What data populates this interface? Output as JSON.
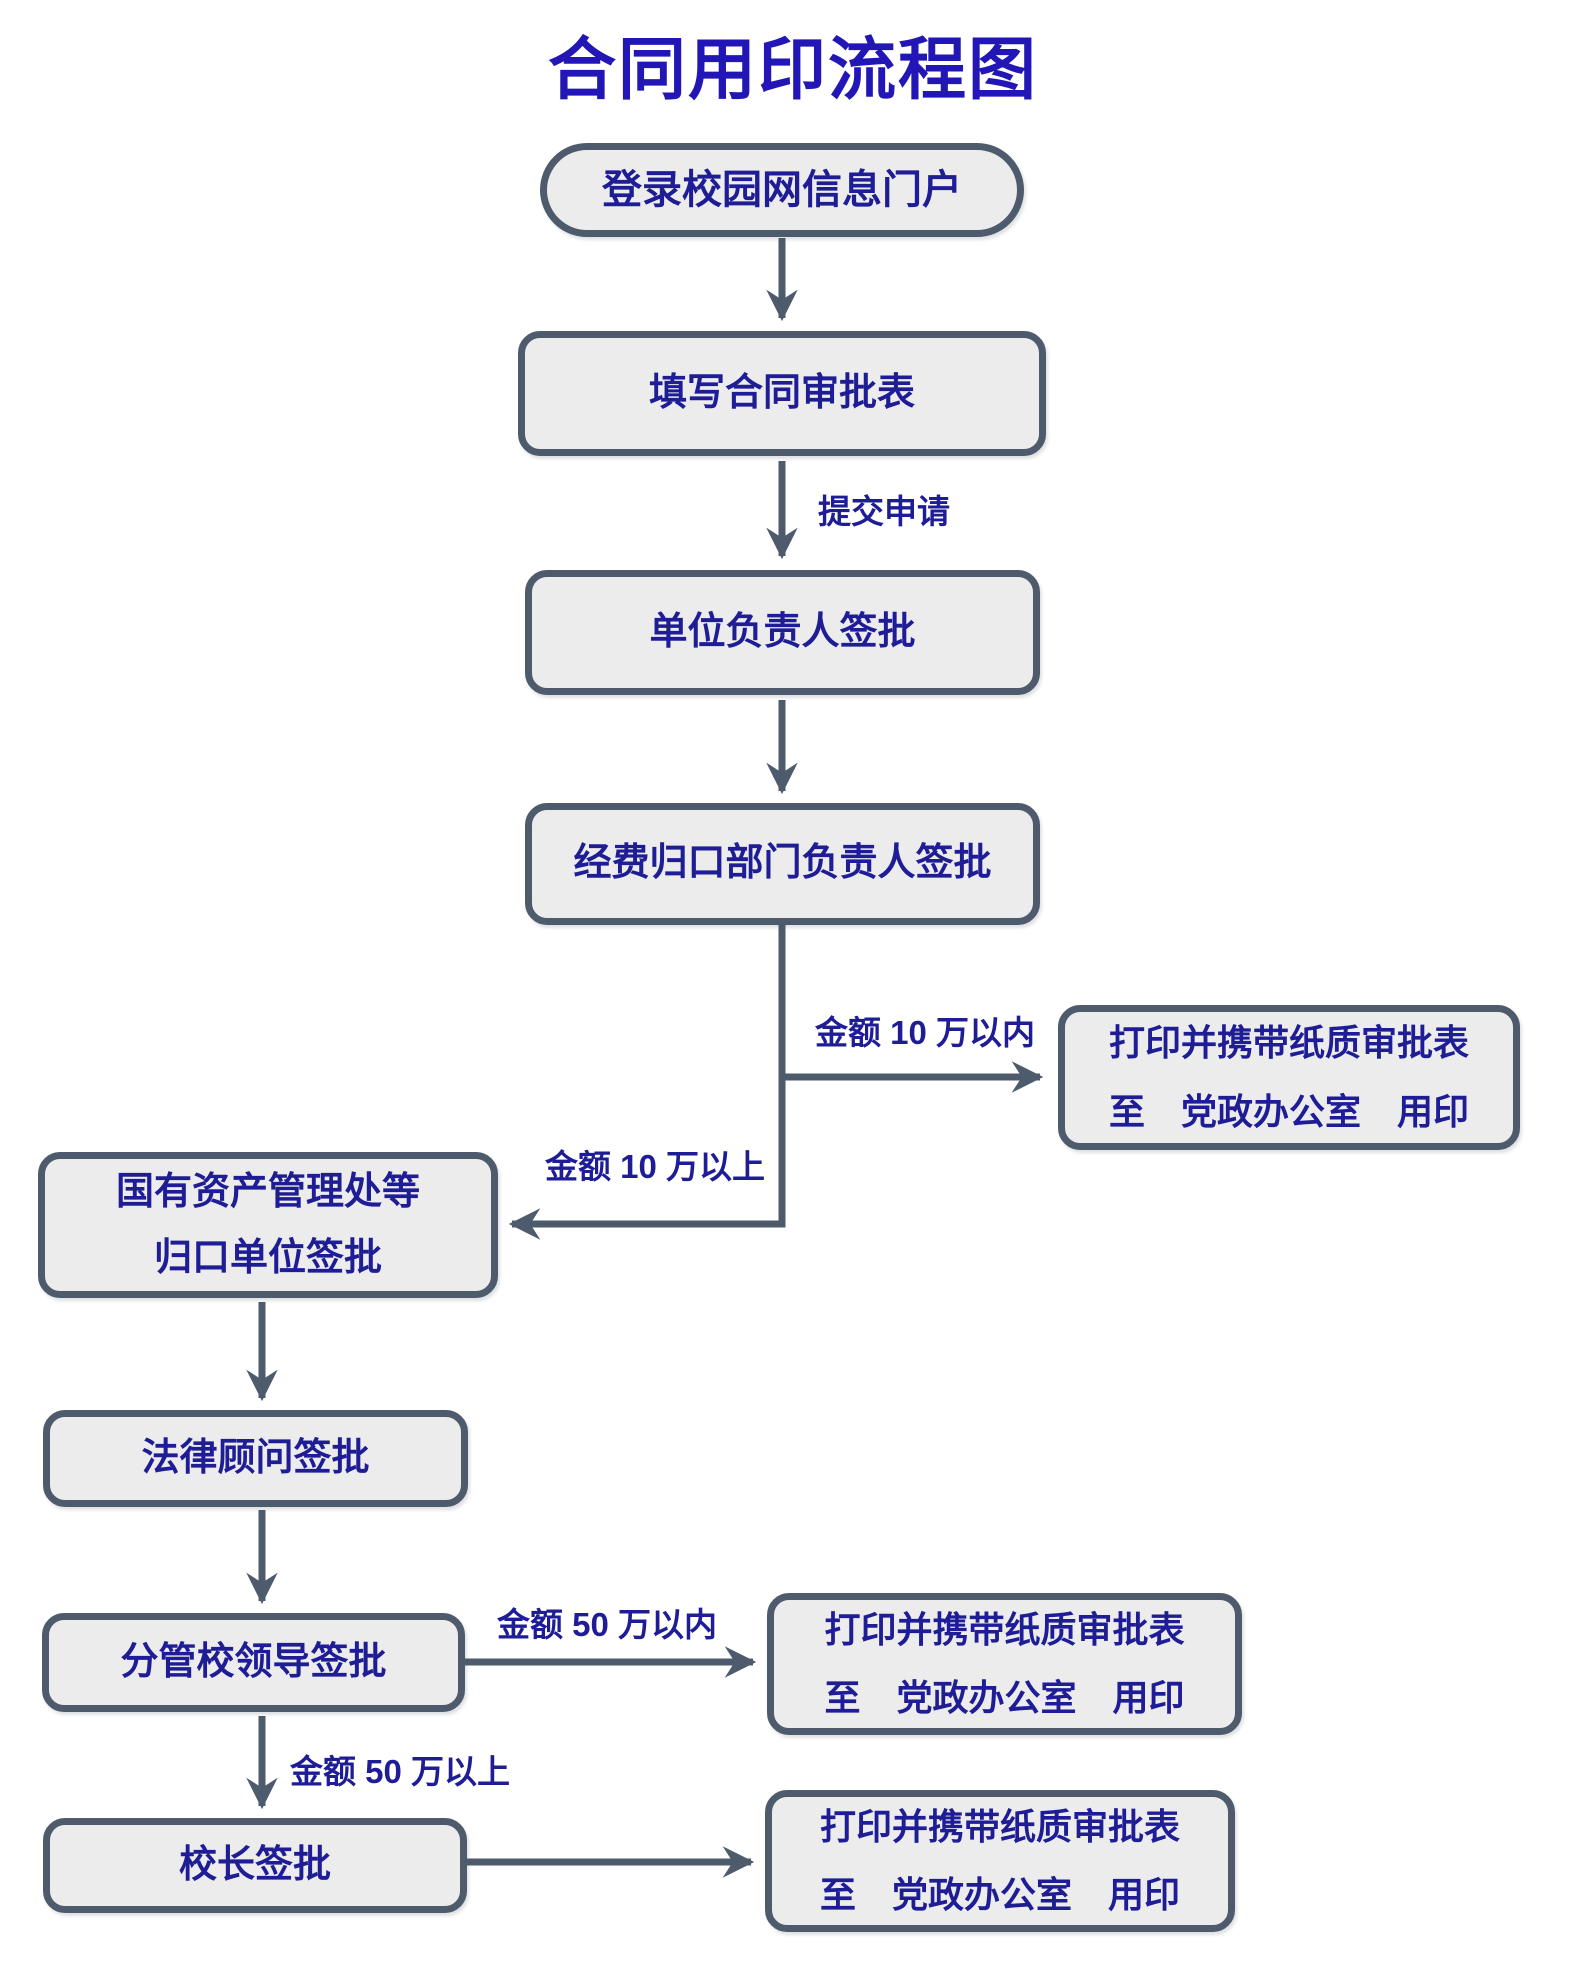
{
  "title": "合同用印流程图",
  "colors": {
    "title": "#2316b6",
    "ink": "#1e1d96",
    "border": "#4d5b6c",
    "fill": "#ececec"
  },
  "nodes": {
    "start": {
      "label": "登录校园网信息门户"
    },
    "fill_form": {
      "label": "填写合同审批表"
    },
    "unit_head": {
      "label": "单位负责人签批"
    },
    "fund_dept": {
      "label": "经费归口部门负责人签批"
    },
    "print_top": {
      "line1": "打印并携带纸质审批表",
      "line2": "至　党政办公室　用印"
    },
    "asset_dept": {
      "line1": "国有资产管理处等",
      "line2": "归口单位签批"
    },
    "legal": {
      "label": "法律顾问签批"
    },
    "vice_president": {
      "label": "分管校领导签批"
    },
    "print_mid": {
      "line1": "打印并携带纸质审批表",
      "line2": "至　党政办公室　用印"
    },
    "president": {
      "label": "校长签批"
    },
    "print_bottom": {
      "line1": "打印并携带纸质审批表",
      "line2": "至　党政办公室　用印"
    }
  },
  "edge_labels": {
    "submit": "提交申请",
    "within_100k": "金额 10 万以内",
    "above_100k": "金额 10 万以上",
    "within_500k": "金额 50 万以内",
    "above_500k": "金额 50 万以上"
  }
}
